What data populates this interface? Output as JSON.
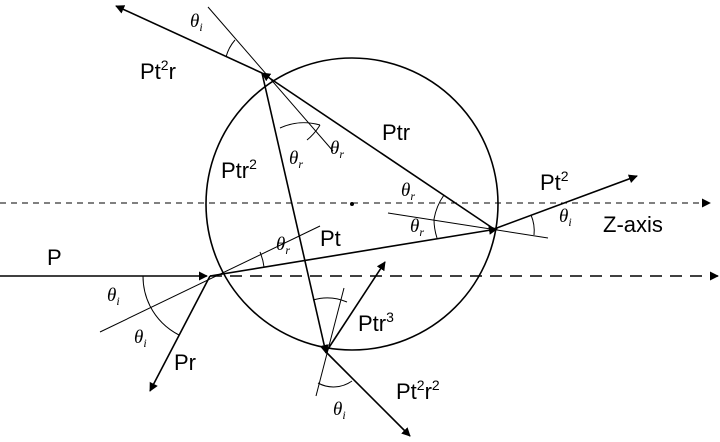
{
  "labels": {
    "p": "P",
    "pt": "Pt",
    "pr": "Pr",
    "ptr": "Ptr",
    "ptr2_base": "Ptr",
    "ptr2_exp": "2",
    "ptr3_base": "Ptr",
    "ptr3_exp": "3",
    "pt2_base": "Pt",
    "pt2_exp": "2",
    "pt2r_base": "Pt",
    "pt2r_exp": "2",
    "pt2r_tail": "r",
    "pt2r2_base": "Pt",
    "pt2r2_exp1": "2",
    "pt2r2_mid": "r",
    "pt2r2_exp2": "2",
    "zaxis": "Z-axis"
  },
  "angles": {
    "theta": "θ",
    "incident": "i",
    "refracted": "r"
  }
}
